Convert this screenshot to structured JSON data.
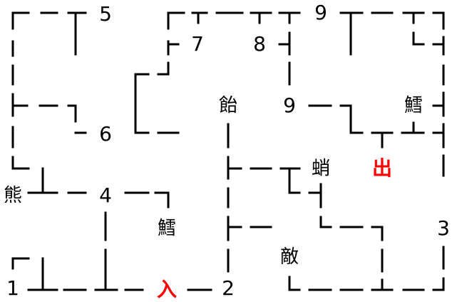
{
  "colors": {
    "wall": "#000000",
    "marker": "#ff0000",
    "background": "#ffffff"
  },
  "labels": {
    "num_5": "5",
    "num_7": "7",
    "num_8": "8",
    "num_9_top": "9",
    "num_9_mid": "9",
    "num_6": "6",
    "num_4": "4",
    "num_1": "1",
    "num_2": "2",
    "num_3": "3",
    "kanji_tai": "飴",
    "kanji_tara_right": "鱈",
    "kanji_tara_left": "鱈",
    "kanji_yu": "蛸",
    "kanji_kuma": "熊",
    "kanji_teki": "敵",
    "exit": "出",
    "entrance": "入"
  }
}
